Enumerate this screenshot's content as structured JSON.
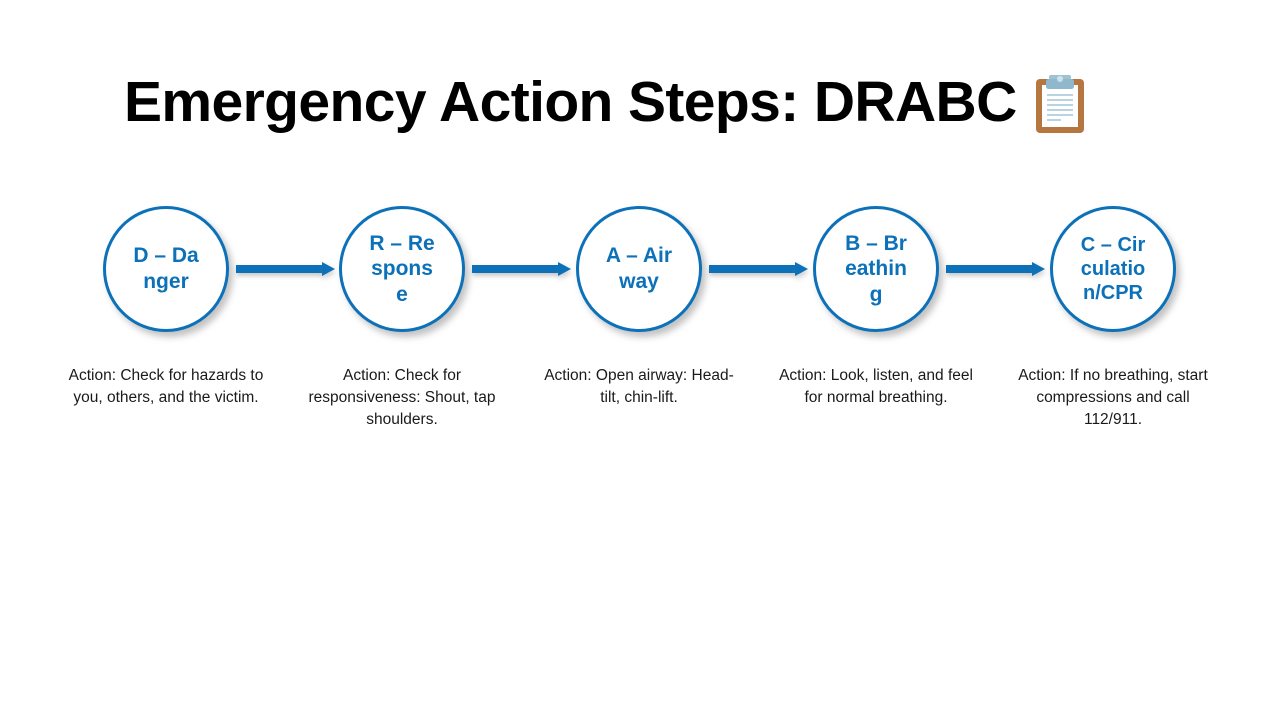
{
  "slide": {
    "title": "Emergency Action Steps: DRABC",
    "title_emoji": "clipboard-emoji",
    "background_color": "#ffffff"
  },
  "theme": {
    "accent_blue": "#0c71b9",
    "node_fill": "#ffffff",
    "caption_color": "#1a1a1a",
    "title_color": "#000000",
    "clipboard_board": "#b5773f",
    "clipboard_clip": "#8fb8cc",
    "clipboard_paper": "#ffffff"
  },
  "flow": {
    "type": "horizontal-process-flow",
    "connector_icon": "arrow-right-icon",
    "steps": [
      {
        "id": "danger",
        "node_label": "D – Danger",
        "caption": "Action: Check for hazards to you, others, and the victim."
      },
      {
        "id": "response",
        "node_label": "R – Response",
        "caption": "Action: Check for responsiveness: Shout, tap shoulders."
      },
      {
        "id": "airway",
        "node_label": "A – Airway",
        "caption": "Action: Open airway: Head-tilt, chin-lift."
      },
      {
        "id": "breathing",
        "node_label": "B – Breathing",
        "caption": "Action: Look, listen, and feel for normal breathing."
      },
      {
        "id": "circulation",
        "node_label": "C – Circulation/CPR",
        "caption": "Action: If no breathing, start compressions and call 112/911."
      }
    ]
  }
}
